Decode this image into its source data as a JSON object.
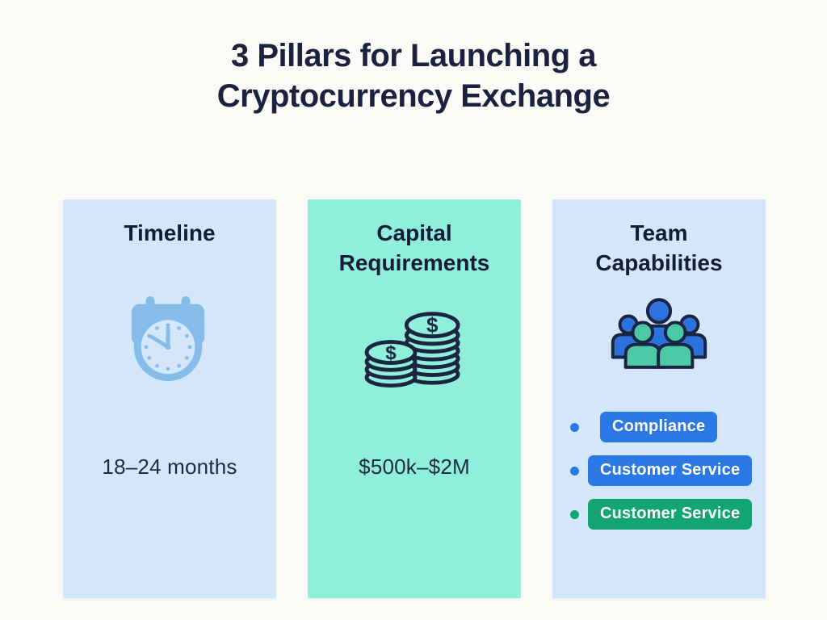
{
  "title": {
    "line1": "3 Pillars for Launching a",
    "line2": "Cryptocurrency Exchange"
  },
  "cards": [
    {
      "title": "Timeline",
      "icon": "calendar-clock-icon",
      "value": "18–24 months"
    },
    {
      "title": "Capital Requirements",
      "icon": "coin-stacks-icon",
      "value": "$500k–$2M"
    },
    {
      "title": "Team Capabilities",
      "icon": "team-icon",
      "badges": [
        {
          "label": "Compliance",
          "color": "#2b78e4"
        },
        {
          "label": "Customer Service",
          "color": "#2b78e4"
        },
        {
          "label": "Customer Service",
          "color": "#12a571"
        }
      ]
    }
  ],
  "colors": {
    "page_background": "#fbfaf7",
    "title_text": "#1a2240",
    "card_blue_bg": "#d4e7f9",
    "card_mint_bg": "#90efdb",
    "icon_light_blue": "#85bce9",
    "icon_outline_navy": "#1b2440",
    "team_figure_blue": "#2e72e0",
    "team_figure_teal": "#4cc9a6",
    "badge_blue": "#2b78e4",
    "badge_green": "#12a571",
    "badge_text": "#ffffff"
  }
}
